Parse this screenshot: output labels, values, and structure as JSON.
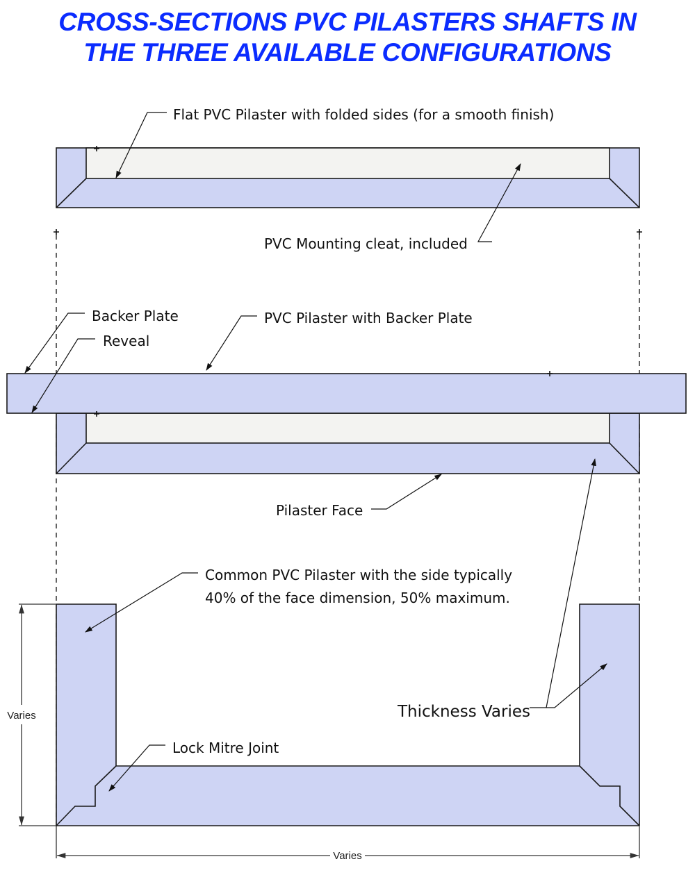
{
  "title": {
    "line1": "CROSS-SECTIONS PVC PILASTERS SHAFTS IN",
    "line2": "THE THREE AVAILABLE CONFIGURATIONS"
  },
  "colors": {
    "title": "#0b2cff",
    "pvc_fill": "#ced4f4",
    "cleat_fill": "#f3f3f1",
    "outline": "#1a1a1a"
  },
  "configurations": [
    {
      "id": "flat",
      "labels": {
        "main": "Flat PVC Pilaster with folded sides (for a smooth finish)",
        "cleat": "PVC Mounting cleat, included"
      }
    },
    {
      "id": "backer",
      "labels": {
        "backer_plate": "Backer Plate",
        "reveal": "Reveal",
        "main": "PVC Pilaster with Backer Plate",
        "face": "Pilaster Face"
      }
    },
    {
      "id": "common",
      "labels": {
        "main_line1": "Common PVC Pilaster with the side typically",
        "main_line2": "40% of the face dimension, 50% maximum.",
        "thickness": "Thickness Varies",
        "joint": "Lock Mitre Joint"
      },
      "dimensions": {
        "height": "Varies",
        "width": "Varies"
      }
    }
  ]
}
